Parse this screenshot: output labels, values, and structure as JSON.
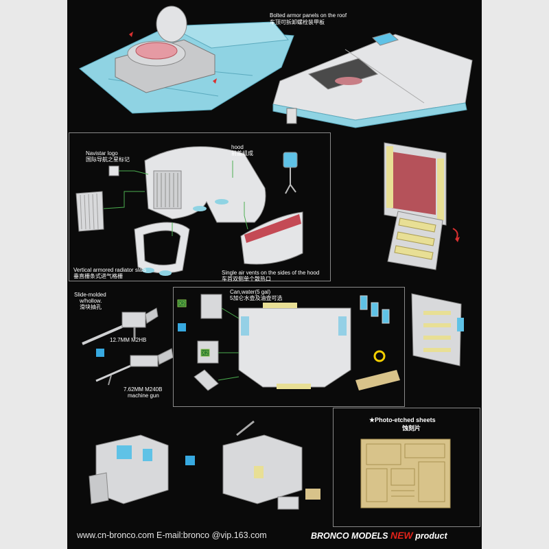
{
  "labels": {
    "roof_en": "Bolted armor panels on the roof",
    "roof_cn": "车顶可拆卸螺栓装甲板",
    "logo_en": "Navistar logo",
    "logo_cn": "国际导航之星标记",
    "hood_en": "hood",
    "hood_cn": "前盖组成",
    "radiator_en": "Vertical armored radiator slats",
    "radiator_cn": "垂直栅条式进气格栅",
    "vents_en": "Single air vents on the sides of the hood",
    "vents_cn": "车首双侧单个散热口",
    "slide_en1": "Slide-molded",
    "slide_en2": "w/hollow.",
    "slide_cn": "滑块抽孔",
    "m2hb": "12.7MM M2HB",
    "m240b_1": "7.62MM M240B",
    "m240b_2": "machine gun",
    "can_en": "Can,water(5 gal)",
    "can_cn": "5加仑水壶及油壶可选",
    "x2a": "X2",
    "x2b": "X2",
    "pe_en": "★Photo-etched sheets",
    "pe_cn": "蚀刻片"
  },
  "footer": {
    "url": "www.cn-bronco.com  E-mail:bronco @vip.163.com",
    "brand_pre": "BRONCO MODELS ",
    "brand_new": "NEW",
    "brand_post": " product"
  },
  "colors": {
    "background": "#0a0a0a",
    "part_grey": "#d9dadc",
    "part_blue": "#8fd3e3",
    "glass": "#5fc2e6",
    "interior_red": "#b5525a",
    "photo_etch": "#d8c38a",
    "yellow_part": "#f0e58a",
    "brand_red": "#e2231a"
  }
}
